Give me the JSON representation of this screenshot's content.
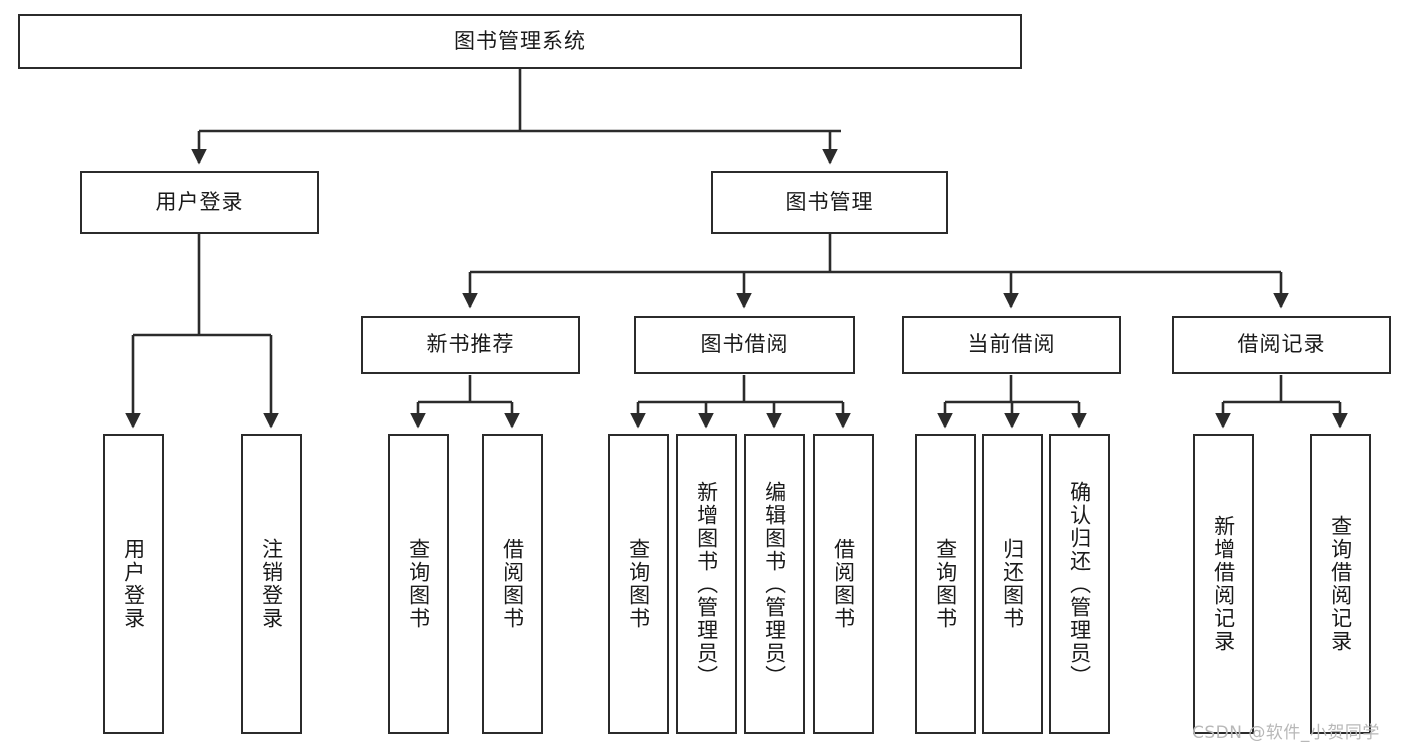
{
  "diagram": {
    "type": "tree-hierarchy-chart",
    "title": "图书管理系统",
    "background_color": "#ffffff",
    "line_color": "#2b2b2b",
    "text_color": "#1a1a1a",
    "nodes": {
      "root": {
        "label": "图书管理系统",
        "orientation": "horizontal"
      },
      "user_login": {
        "label": "用户登录",
        "orientation": "horizontal"
      },
      "book_manage": {
        "label": "图书管理",
        "orientation": "horizontal"
      },
      "new_book_rec": {
        "label": "新书推荐",
        "orientation": "horizontal"
      },
      "book_borrow": {
        "label": "图书借阅",
        "orientation": "horizontal"
      },
      "current_borrow": {
        "label": "当前借阅",
        "orientation": "horizontal"
      },
      "borrow_record": {
        "label": "借阅记录",
        "orientation": "horizontal"
      },
      "leaf_user_login": {
        "label": "用户登录",
        "orientation": "vertical"
      },
      "leaf_logout": {
        "label": "注销登录",
        "orientation": "vertical"
      },
      "leaf_query_book_1": {
        "label": "查询图书",
        "orientation": "vertical"
      },
      "leaf_borrow_book_1": {
        "label": "借阅图书",
        "orientation": "vertical"
      },
      "leaf_query_book_2": {
        "label": "查询图书",
        "orientation": "vertical"
      },
      "leaf_add_book": {
        "label": "新增图书（管理员）",
        "orientation": "vertical"
      },
      "leaf_edit_book": {
        "label": "编辑图书（管理员）",
        "orientation": "vertical"
      },
      "leaf_borrow_book_2": {
        "label": "借阅图书",
        "orientation": "vertical"
      },
      "leaf_query_book_3": {
        "label": "查询图书",
        "orientation": "vertical"
      },
      "leaf_return_book": {
        "label": "归还图书",
        "orientation": "vertical"
      },
      "leaf_confirm_return": {
        "label": "确认归还（管理员）",
        "orientation": "vertical"
      },
      "leaf_add_record": {
        "label": "新增借阅记录",
        "orientation": "vertical"
      },
      "leaf_query_record": {
        "label": "查询借阅记录",
        "orientation": "vertical"
      }
    },
    "edges": [
      {
        "from": "root",
        "to": "user_login"
      },
      {
        "from": "root",
        "to": "book_manage"
      },
      {
        "from": "user_login",
        "to": "leaf_user_login"
      },
      {
        "from": "user_login",
        "to": "leaf_logout"
      },
      {
        "from": "book_manage",
        "to": "new_book_rec"
      },
      {
        "from": "book_manage",
        "to": "book_borrow"
      },
      {
        "from": "book_manage",
        "to": "current_borrow"
      },
      {
        "from": "book_manage",
        "to": "borrow_record"
      },
      {
        "from": "new_book_rec",
        "to": "leaf_query_book_1"
      },
      {
        "from": "new_book_rec",
        "to": "leaf_borrow_book_1"
      },
      {
        "from": "book_borrow",
        "to": "leaf_query_book_2"
      },
      {
        "from": "book_borrow",
        "to": "leaf_add_book"
      },
      {
        "from": "book_borrow",
        "to": "leaf_edit_book"
      },
      {
        "from": "book_borrow",
        "to": "leaf_borrow_book_2"
      },
      {
        "from": "current_borrow",
        "to": "leaf_query_book_3"
      },
      {
        "from": "current_borrow",
        "to": "leaf_return_book"
      },
      {
        "from": "current_borrow",
        "to": "leaf_confirm_return"
      },
      {
        "from": "borrow_record",
        "to": "leaf_add_record"
      },
      {
        "from": "borrow_record",
        "to": "leaf_query_record"
      }
    ]
  },
  "watermark": {
    "text": "CSDN @软件_小贺同学",
    "color": "#b8b8b8"
  }
}
